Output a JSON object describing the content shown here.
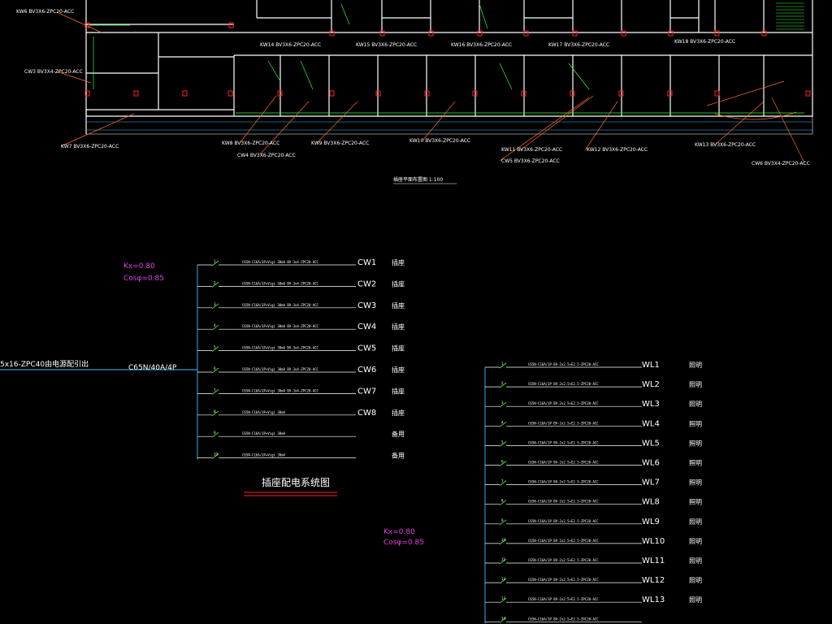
{
  "colors": {
    "background": "#000000",
    "wall": "#ffffff",
    "bus": "#40c0ff",
    "circuit_line": "#ffffff",
    "switch": "#30ff30",
    "leader": "#ff6a20",
    "coefficient_text": "#e040e0",
    "title_underline": "#ff2020",
    "device_red": "#ff2020",
    "dimension": "#40c0ff"
  },
  "floor_plan": {
    "callouts": [
      {
        "id": "kw6",
        "text": "KW6 BV3X6-ZPC20-ACC"
      },
      {
        "id": "cw3",
        "text": "CW3 BV3X4-ZPC20-ACC"
      },
      {
        "id": "kw14",
        "text": "KW14 BV3X6-ZPC20-ACC"
      },
      {
        "id": "kw15",
        "text": "KW15 BV3X6-ZPC20-ACC"
      },
      {
        "id": "kw16",
        "text": "KW16 BV3X6-ZPC20-ACC"
      },
      {
        "id": "kw17",
        "text": "KW17 BV3X6-ZPC20-ACC"
      },
      {
        "id": "kw18",
        "text": "KW18 BV3X6-ZPC20-ACC"
      },
      {
        "id": "kw7",
        "text": "KW7 BV3X6-ZPC20-ACC"
      },
      {
        "id": "kw8",
        "text": "KW8 BV3X6-ZPC20-ACC"
      },
      {
        "id": "cw4",
        "text": "CW4 BV3X6-ZPC20-ACC"
      },
      {
        "id": "kw9",
        "text": "KW9 BV3X6-ZPC20-ACC"
      },
      {
        "id": "kw10",
        "text": "KW10 BV3X6-ZPC20-ACC"
      },
      {
        "id": "kw11",
        "text": "KW11 BV3X6-ZPC20-ACC"
      },
      {
        "id": "cw5",
        "text": "CW5 BV3X6-ZPC20-ACC"
      },
      {
        "id": "kw12",
        "text": "KW12 BV3X6-ZPC20-ACC"
      },
      {
        "id": "kw13",
        "text": "KW13 BV3X6-ZPC20-ACC"
      },
      {
        "id": "cw6",
        "text": "CW6 BV3X4-ZPC20-ACC"
      }
    ],
    "plan_title": "插座平面布置图 1:100"
  },
  "socket_system": {
    "title": "插座配电系统图",
    "incoming_cable": "5x16-ZPC40由电源配引出",
    "main_breaker": "C65N/40A/4P",
    "kx": "Kx=0.80",
    "cos": "Cosφ=0.85",
    "circuits": [
      {
        "name": "CW1",
        "use": "插座",
        "spec": "C65N-C16A/1P+Vigi 30mA BV-3x4-ZPC20-ACC"
      },
      {
        "name": "CW2",
        "use": "插座",
        "spec": "C65N-C16A/1P+Vigi 30mA BV-3x4-ZPC20-ACC"
      },
      {
        "name": "CW3",
        "use": "插座",
        "spec": "C65N-C16A/1P+Vigi 30mA BV-3x4-ZPC20-ACC"
      },
      {
        "name": "CW4",
        "use": "插座",
        "spec": "C65N-C16A/1P+Vigi 30mA BV-3x4-ZPC20-ACC"
      },
      {
        "name": "CW5",
        "use": "插座",
        "spec": "C65N-C16A/1P+Vigi 30mA BV-3x4-ZPC20-ACC"
      },
      {
        "name": "CW6",
        "use": "插座",
        "spec": "C65N-C16A/1P+Vigi 30mA BV-3x4-ZPC20-ACC"
      },
      {
        "name": "CW7",
        "use": "插座",
        "spec": "C65N-C16A/1P+Vigi 30mA BV-3x4-ZPC20-ACC"
      },
      {
        "name": "CW8",
        "use": "插座",
        "spec": "C65N-C16A/1P+Vigi 30mA"
      },
      {
        "name": "",
        "use": "备用",
        "spec": "C65N-C16A/1P+Vigi 30mA"
      },
      {
        "name": "",
        "use": "备用",
        "spec": "C65N-C16A/1P+Vigi 30mA"
      }
    ]
  },
  "lighting_system": {
    "kx": "Kx=0.80",
    "cos": "Cosφ=0.85",
    "circuits": [
      {
        "name": "WL1",
        "use": "照明",
        "spec": "C65N-C16A/1P BV-2x2.5+E2.5-ZPC20-ACC"
      },
      {
        "name": "WL2",
        "use": "照明",
        "spec": "C65N-C16A/1P BV-2x2.5+E2.5-ZPC20-ACC"
      },
      {
        "name": "WL3",
        "use": "照明",
        "spec": "C65N-C16A/1P BV-2x2.5+E2.5-ZPC20-ACC"
      },
      {
        "name": "WL4",
        "use": "照明",
        "spec": "C65N-C16A/1P BV-2x2.5+E2.5-ZPC20-ACC"
      },
      {
        "name": "WL5",
        "use": "照明",
        "spec": "C65N-C16A/1P BV-2x2.5+E2.5-ZPC20-ACC"
      },
      {
        "name": "WL6",
        "use": "照明",
        "spec": "C65N-C16A/1P BV-2x2.5+E2.5-ZPC20-ACC"
      },
      {
        "name": "WL7",
        "use": "照明",
        "spec": "C65N-C16A/1P BV-2x2.5+E2.5-ZPC20-ACC"
      },
      {
        "name": "WL8",
        "use": "照明",
        "spec": "C65N-C16A/1P BV-2x2.5+E2.5-ZPC20-ACC"
      },
      {
        "name": "WL9",
        "use": "照明",
        "spec": "C65N-C16A/1P BV-2x2.5+E2.5-ZPC20-ACC"
      },
      {
        "name": "WL10",
        "use": "照明",
        "spec": "C65N-C16A/1P BV-2x2.5+E2.5-ZPC20-ACC"
      },
      {
        "name": "WL11",
        "use": "照明",
        "spec": "C65N-C16A/1P BV-2x2.5+E2.5-ZPC20-ACC"
      },
      {
        "name": "WL12",
        "use": "照明",
        "spec": "C65N-C16A/1P BV-2x2.5+E2.5-ZPC20-ACC"
      },
      {
        "name": "WL13",
        "use": "照明",
        "spec": "C65N-C16A/1P BV-2x2.5+E2.5-ZPC20-ACC"
      },
      {
        "name": "",
        "use": "",
        "spec": "C65N-C16A/1P BV-2x2.5+E2.5-ZPC20-ACC"
      }
    ]
  }
}
